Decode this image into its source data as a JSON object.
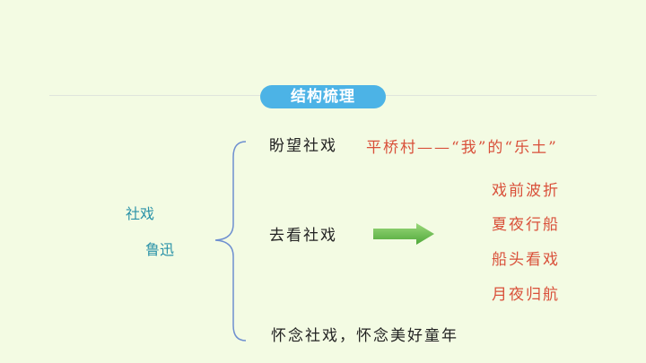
{
  "section_title": "结构梳理",
  "lesson": {
    "title": "社戏",
    "author": "鲁迅"
  },
  "branches": [
    {
      "label": "盼望社戏",
      "detail": "平桥村——“我”的“乐土”"
    },
    {
      "label": "去看社戏",
      "details": [
        "戏前波折",
        "夏夜行船",
        "船头看戏",
        "月夜归航"
      ]
    },
    {
      "label": "怀念社戏，怀念美好童年"
    }
  ],
  "colors": {
    "background": "#f3fbe3",
    "badge": "#4cb3e6",
    "accent_red": "#d9503a",
    "title_blue": "#2a92a8",
    "arrow_green": "#6cc04a"
  }
}
